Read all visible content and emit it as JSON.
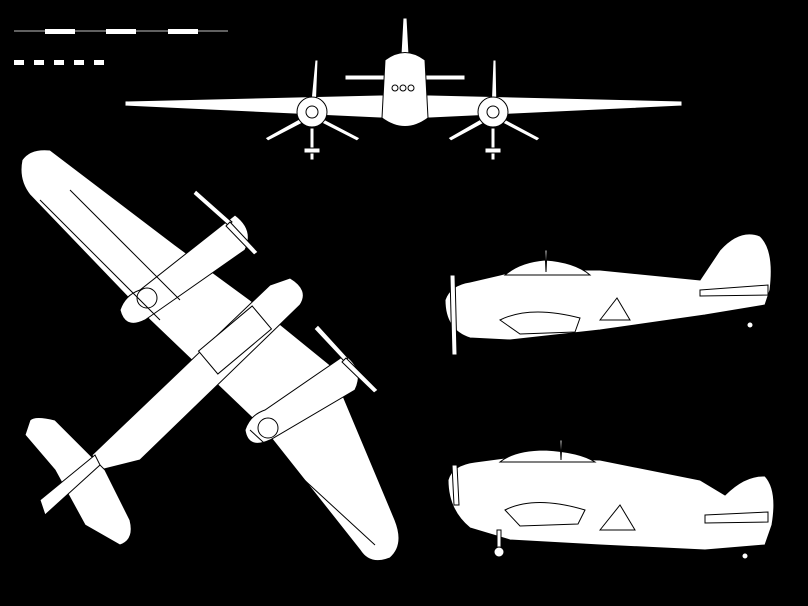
{
  "colors": {
    "background": "#000000",
    "drawing": "#ffffff",
    "outline": "#000000"
  },
  "scale_bars": {
    "long_segments": 3,
    "short_segments": 5
  },
  "views": [
    "front",
    "plan",
    "side-upper",
    "side-lower"
  ]
}
